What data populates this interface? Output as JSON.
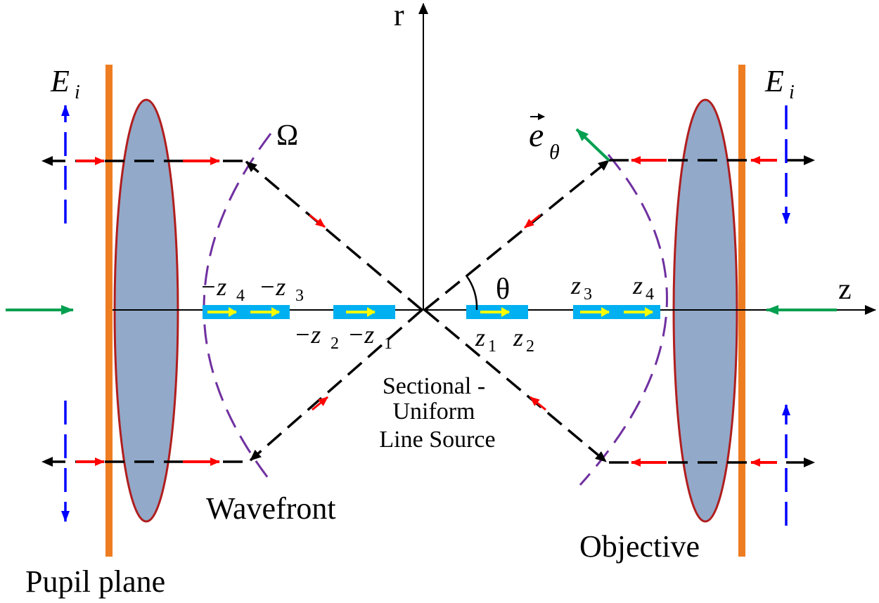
{
  "diagram": {
    "labels": {
      "r_axis": "r",
      "z_axis": "z",
      "theta": "θ",
      "omega": "Ω",
      "e_theta_main": "e",
      "e_theta_sub": "θ",
      "e_i_main": "E",
      "e_i_sub": "i",
      "neg_z4": "−z",
      "neg_z4_sub": "4",
      "neg_z3": "−z",
      "neg_z3_sub": "3",
      "neg_z2": "−z",
      "neg_z2_sub": "2",
      "neg_z1": "−z",
      "neg_z1_sub": "1",
      "z1": "z",
      "z1_sub": "1",
      "z2": "z",
      "z2_sub": "2",
      "z3": "z",
      "z3_sub": "3",
      "z4": "z",
      "z4_sub": "4",
      "source_line1": "Sectional -",
      "source_line2": "Uniform",
      "source_line3": "Line Source",
      "wavefront": "Wavefront",
      "objective": "Objective",
      "pupil_plane": "Pupil plane"
    },
    "colors": {
      "lens_fill": "#92a9c9",
      "lens_stroke": "#b01e1e",
      "pupil_bar": "#ee7d22",
      "wavefront": "#7030a0",
      "segment": "#00b0f0",
      "segment_arrow": "#ffff00",
      "ray": "#000000",
      "ray_dir": "#ff0000",
      "field": "#0000ff",
      "green": "#00a050"
    }
  }
}
